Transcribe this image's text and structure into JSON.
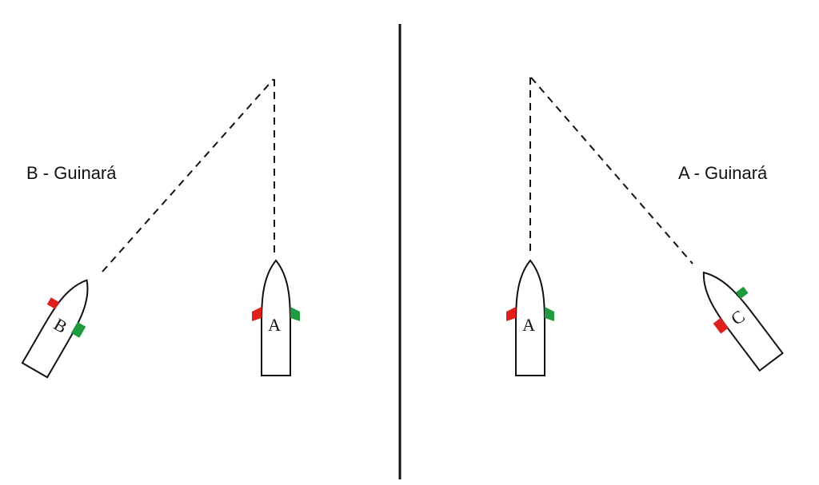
{
  "colors": {
    "port_light": "#e0201c",
    "starboard_light": "#1f9a3e",
    "outline": "#111111"
  },
  "left_panel": {
    "caption": "B - Guinará",
    "boat_one_label": "B",
    "boat_two_label": "A"
  },
  "right_panel": {
    "caption": "A - Guinará",
    "boat_one_label": "A",
    "boat_two_label": "C"
  }
}
